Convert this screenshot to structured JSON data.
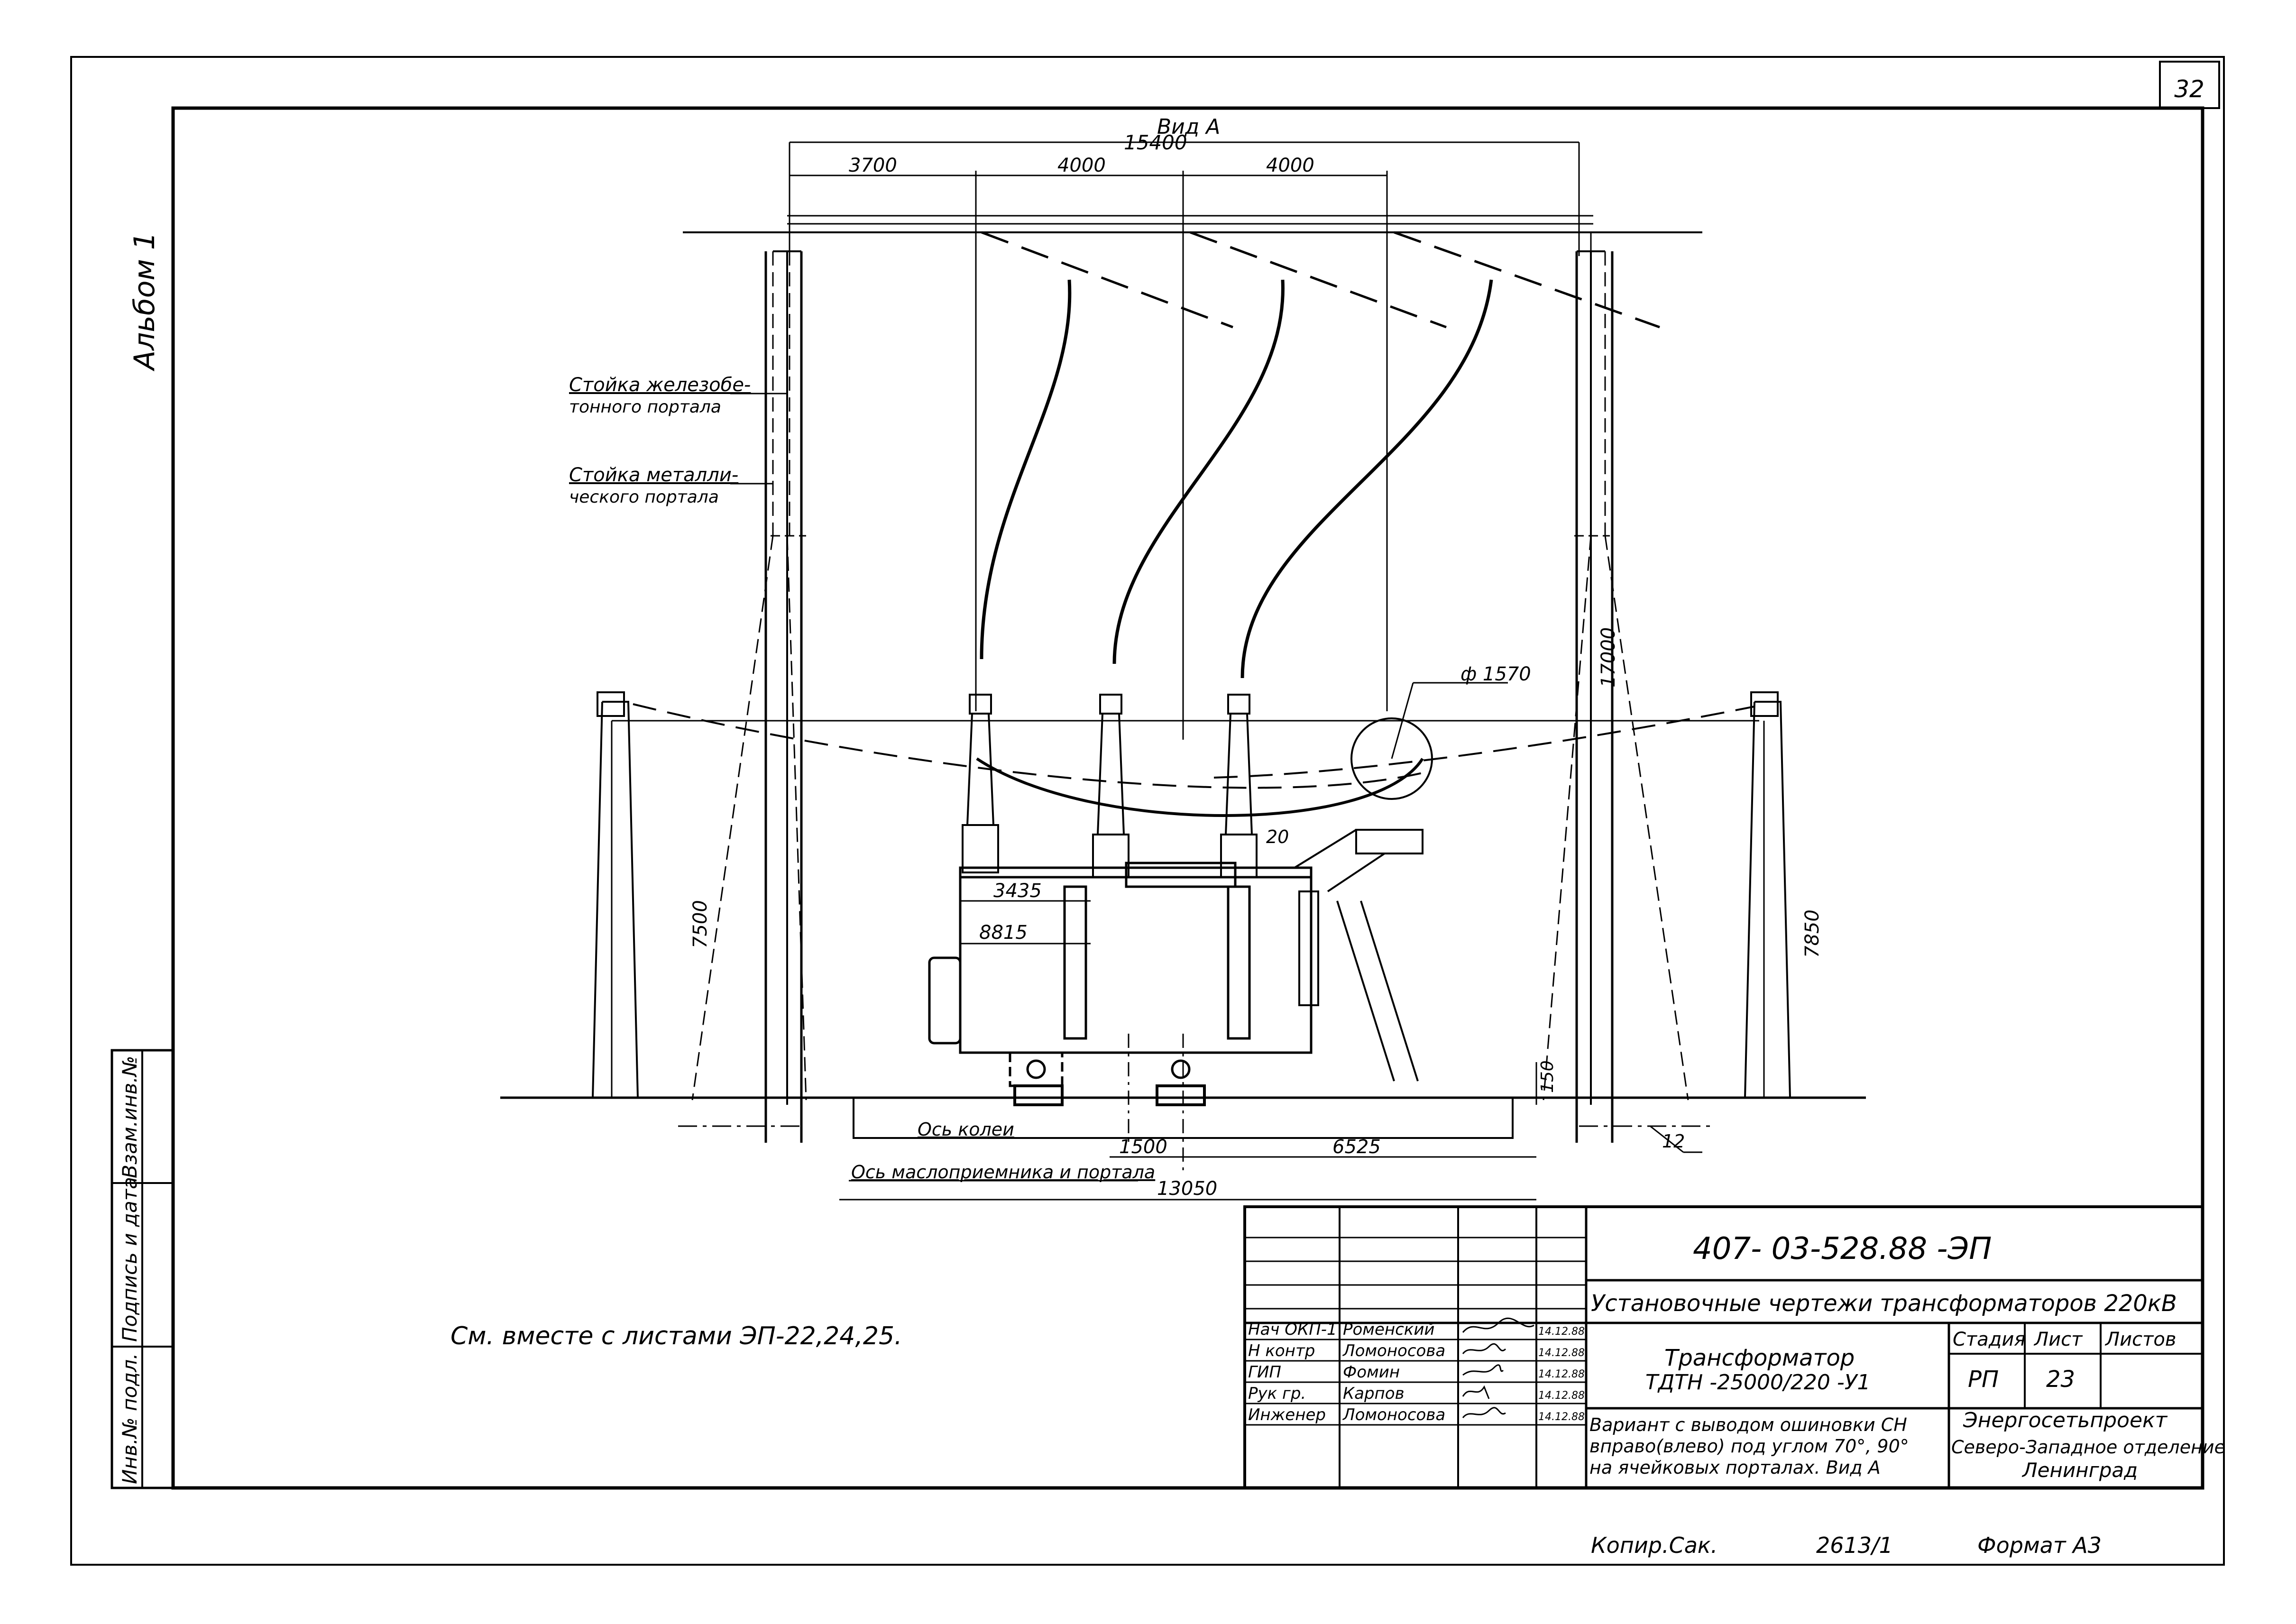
{
  "sheet": {
    "sheet_number": "32",
    "album_label": "Альбом 1",
    "view_label": "Вид А",
    "see_also": "См. вместе с листами ЭП-22,24,25.",
    "bottom": {
      "copy_label": "Копир.Сак.",
      "inv_number": "2613/1",
      "format": "Формат А3"
    },
    "side_stamp": [
      "Инв.№ подл.",
      "Подпись и дата",
      "Взам.инв.№"
    ]
  },
  "drawing": {
    "callouts": {
      "concrete_portal": [
        "Стойка железобе-",
        "тонного портала"
      ],
      "metal_portal": [
        "Стойка металли-",
        "ческого портала"
      ],
      "diameter": "ф 1570",
      "wheel_axis": "Ось колеи",
      "oil_axis": "Ось маслоприемника и портала",
      "mark_12": "12",
      "mark_20": "20"
    },
    "dimensions": {
      "d15400": "15400",
      "d3700": "3700",
      "d4000a": "4000",
      "d4000b": "4000",
      "d17000": "17000",
      "d7500": "7500",
      "d7850": "7850",
      "d3435": "3435",
      "d8815": "8815",
      "d150": "150",
      "d1500": "1500",
      "d6525": "6525",
      "d13050": "13050"
    }
  },
  "title_block": {
    "doc_code": "407- 03-528.88 -ЭП",
    "project_title": "Установочные чертежи трансформаторов 220кВ",
    "sheet_title": [
      "Трансформатор",
      "ТДТН -25000/220 -У1"
    ],
    "variant": [
      "Вариант с выводом ошиновки СН",
      "вправо(влево) под углом 70°, 90°",
      "на ячейковых порталах. Вид А"
    ],
    "stage_header": "Стадия",
    "sheet_header": "Лист",
    "sheets_header": "Листов",
    "stage": "РП",
    "sheet": "23",
    "org": [
      "Энергосетьпроект",
      "Северо-Западное отделение",
      "Ленинград"
    ],
    "signatures": [
      {
        "role": "Нач ОКП-1",
        "name": "Роменский",
        "date": "14.12.88"
      },
      {
        "role": "Н контр",
        "name": "Ломоносова",
        "date": "14.12.88"
      },
      {
        "role": "ГИП",
        "name": "Фомин",
        "date": "14.12.88"
      },
      {
        "role": "Рук гр.",
        "name": "Карпов",
        "date": "14.12.88"
      },
      {
        "role": "Инженер",
        "name": "Ломоносова",
        "date": "14.12.88"
      }
    ]
  }
}
